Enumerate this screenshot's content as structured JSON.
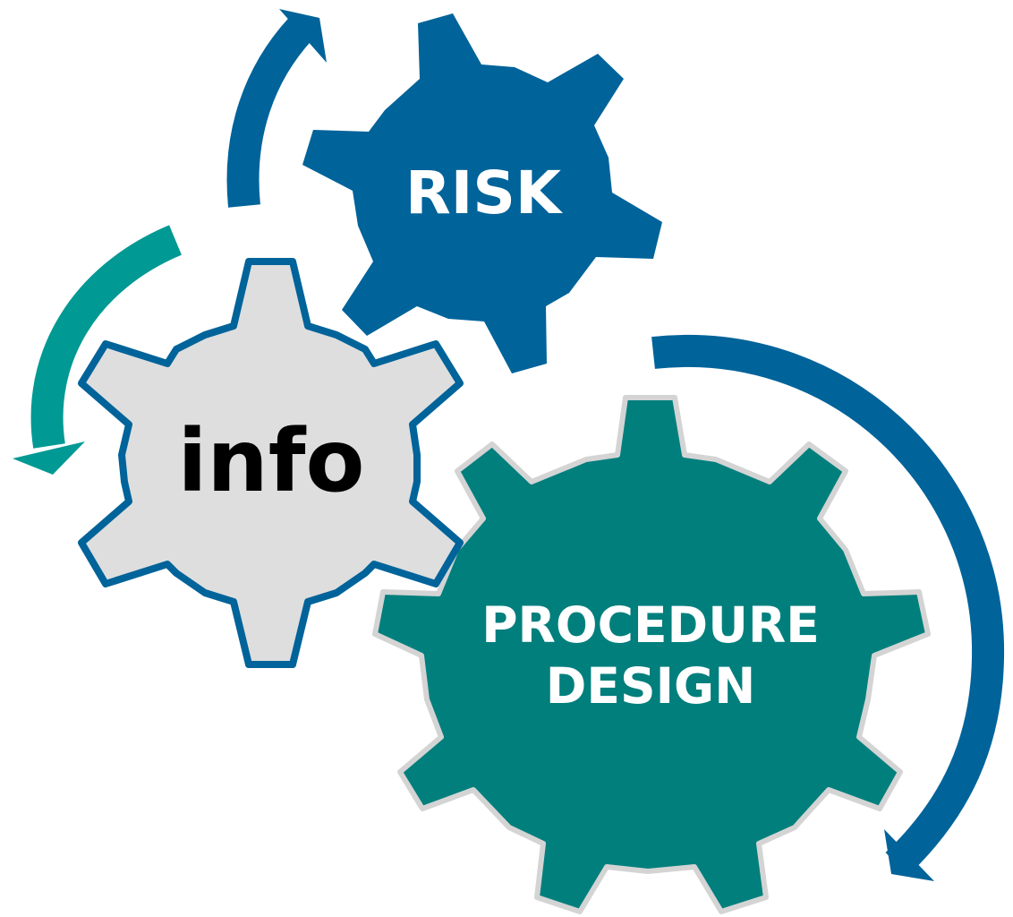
{
  "colors": {
    "background": "#ffffff",
    "risk_gear": "#00639a",
    "info_gear": "#dedede",
    "info_gear_outline": "#00639a",
    "procedure_gear": "#007f7d",
    "procedure_gear_outline": "#d4d4d4",
    "arrow_blue": "#00639a",
    "arrow_teal": "#009993",
    "label_light": "#ffffff",
    "label_dark": "#000000"
  },
  "gears": {
    "risk": {
      "label": "RISK"
    },
    "info": {
      "label": "info"
    },
    "procedure": {
      "line1": "PROCEDURE",
      "line2": "DESIGN"
    }
  },
  "icons": {
    "arrows": [
      "curved-arrow-up",
      "curved-arrow-down-left",
      "curved-arrow-down-right"
    ]
  }
}
